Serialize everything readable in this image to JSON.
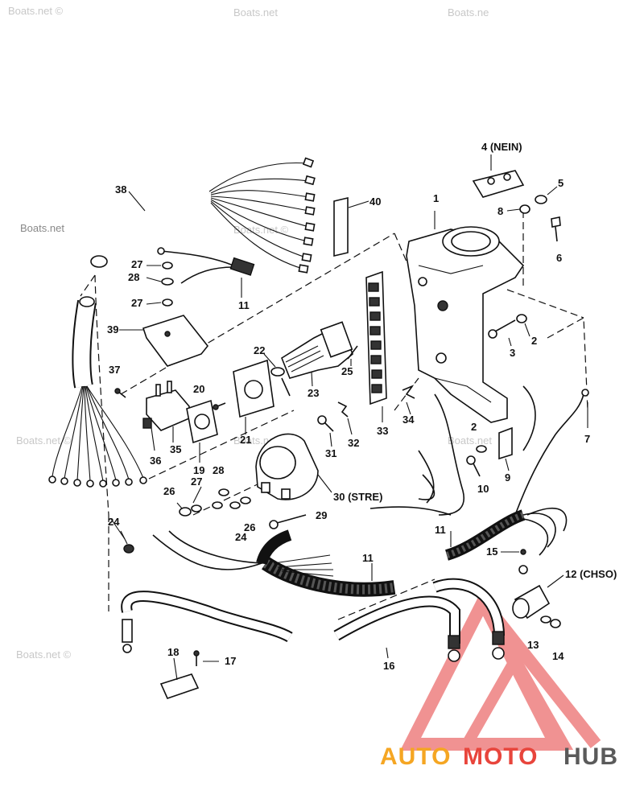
{
  "watermarks": [
    "Boats.net ©",
    "Boats.net",
    "Boats.ne",
    "Boats.net",
    "Boats.net ©",
    "Boats.net ©",
    "Boats.net",
    "Boats.net",
    "Boats.net ©"
  ],
  "callouts": [
    {
      "id": "c1",
      "text": "1"
    },
    {
      "id": "c2a",
      "text": "2"
    },
    {
      "id": "c2b",
      "text": "2"
    },
    {
      "id": "c3",
      "text": "3"
    },
    {
      "id": "c4",
      "text": "4 (NEIN)"
    },
    {
      "id": "c5",
      "text": "5"
    },
    {
      "id": "c6",
      "text": "6"
    },
    {
      "id": "c7",
      "text": "7"
    },
    {
      "id": "c8",
      "text": "8"
    },
    {
      "id": "c9",
      "text": "9"
    },
    {
      "id": "c10",
      "text": "10"
    },
    {
      "id": "c11a",
      "text": "11"
    },
    {
      "id": "c11b",
      "text": "11"
    },
    {
      "id": "c11c",
      "text": "11"
    },
    {
      "id": "c12",
      "text": "12 (CHSO)"
    },
    {
      "id": "c13",
      "text": "13"
    },
    {
      "id": "c14",
      "text": "14"
    },
    {
      "id": "c15",
      "text": "15"
    },
    {
      "id": "c16",
      "text": "16"
    },
    {
      "id": "c17",
      "text": "17"
    },
    {
      "id": "c18",
      "text": "18"
    },
    {
      "id": "c19",
      "text": "19"
    },
    {
      "id": "c20",
      "text": "20"
    },
    {
      "id": "c21",
      "text": "21"
    },
    {
      "id": "c22",
      "text": "22"
    },
    {
      "id": "c23",
      "text": "23"
    },
    {
      "id": "c24a",
      "text": "24"
    },
    {
      "id": "c24b",
      "text": "24"
    },
    {
      "id": "c25",
      "text": "25"
    },
    {
      "id": "c26a",
      "text": "26"
    },
    {
      "id": "c26b",
      "text": "26"
    },
    {
      "id": "c27a",
      "text": "27"
    },
    {
      "id": "c27b",
      "text": "27"
    },
    {
      "id": "c27c",
      "text": "27"
    },
    {
      "id": "c28a",
      "text": "28"
    },
    {
      "id": "c28b",
      "text": "28"
    },
    {
      "id": "c29",
      "text": "29"
    },
    {
      "id": "c30",
      "text": "30 (STRE)"
    },
    {
      "id": "c31",
      "text": "31"
    },
    {
      "id": "c32",
      "text": "32"
    },
    {
      "id": "c33",
      "text": "33"
    },
    {
      "id": "c34",
      "text": "34"
    },
    {
      "id": "c35",
      "text": "35"
    },
    {
      "id": "c36",
      "text": "36"
    },
    {
      "id": "c37",
      "text": "37"
    },
    {
      "id": "c38",
      "text": "38"
    },
    {
      "id": "c39",
      "text": "39"
    },
    {
      "id": "c40",
      "text": "40"
    }
  ],
  "logo": {
    "part1": "AUTO",
    "part2": "MOTO",
    "part3": "HUB",
    "colors": {
      "orange": "#f5a623",
      "red": "#e8453c",
      "gray": "#5a5a5a",
      "triangle": "#ee8080"
    }
  }
}
